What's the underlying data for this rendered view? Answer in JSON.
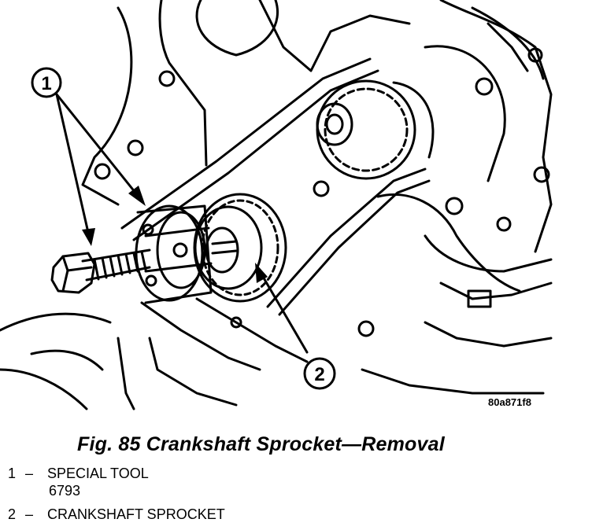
{
  "figure": {
    "callouts": [
      "1",
      "2"
    ],
    "image_code": "80a871f8"
  },
  "caption": "Fig. 85 Crankshaft Sprocket—Removal",
  "legend": [
    {
      "num": "1",
      "dash": "–",
      "text": "SPECIAL TOOL",
      "text2": "6793"
    },
    {
      "num": "2",
      "dash": "–",
      "text": "CRANKSHAFT SPROCKET"
    }
  ]
}
